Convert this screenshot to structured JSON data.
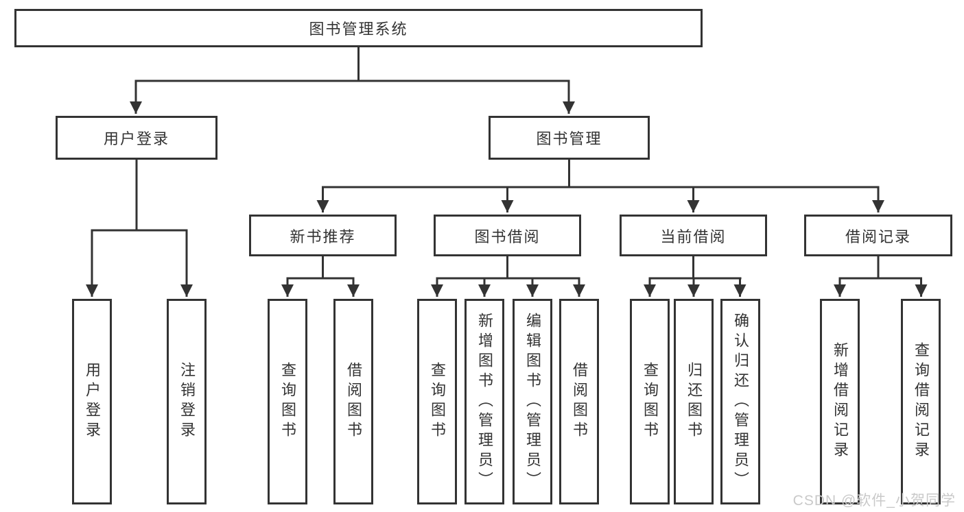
{
  "diagram": {
    "root": {
      "label": "图书管理系统"
    },
    "branches": [
      {
        "label": "用户登录",
        "children": [
          {
            "label": "用户登录"
          },
          {
            "label": "注销登录"
          }
        ]
      },
      {
        "label": "图书管理",
        "children": [
          {
            "label": "新书推荐",
            "children": [
              {
                "label": "查询图书"
              },
              {
                "label": "借阅图书"
              }
            ]
          },
          {
            "label": "图书借阅",
            "children": [
              {
                "label": "查询图书"
              },
              {
                "label": "新增图书（管理员）"
              },
              {
                "label": "编辑图书（管理员）"
              },
              {
                "label": "借阅图书"
              }
            ]
          },
          {
            "label": "当前借阅",
            "children": [
              {
                "label": "查询图书"
              },
              {
                "label": "归还图书"
              },
              {
                "label": "确认归还（管理员）"
              }
            ]
          },
          {
            "label": "借阅记录",
            "children": [
              {
                "label": "新增借阅记录"
              },
              {
                "label": "查询借阅记录"
              }
            ]
          }
        ]
      }
    ]
  },
  "watermark": {
    "text": "CSDN @软件_小贺同学"
  },
  "colors": {
    "line": "#333333",
    "box_border": "#333333",
    "box_background": "#ffffff",
    "text": "#333333",
    "watermark": "#c9c9c9"
  }
}
